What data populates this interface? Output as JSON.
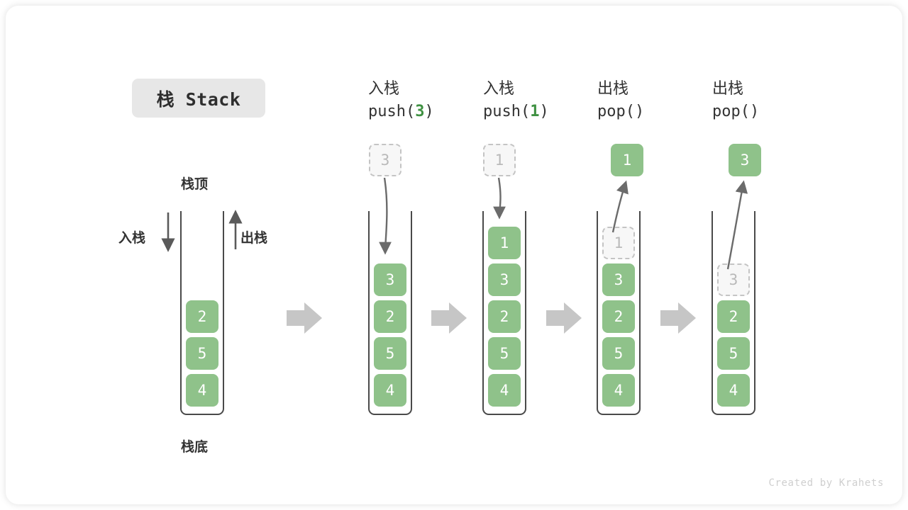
{
  "card": {
    "title_badge": "栈 Stack",
    "credit": "Created by Krahets"
  },
  "labels": {
    "top": "栈顶",
    "bottom": "栈底",
    "push_side": "入栈",
    "pop_side": "出栈"
  },
  "colors": {
    "element_fill": "#8fc28a",
    "element_text": "#ffffff",
    "ghost_fill": "#f7f7f7",
    "ghost_border": "#c4c4c4",
    "ghost_text": "#b9b9b9",
    "arrow": "#6b6b6b",
    "step_arrow": "#c6c6c6",
    "accent_green": "#3f9142",
    "container_stroke": "#4a4a4a",
    "badge_bg": "#e7e7e7"
  },
  "columns": [
    {
      "id": "initial",
      "head_line1": "",
      "head_line2": "",
      "head_arg": "",
      "cells": [
        {
          "value": "2",
          "state": "solid"
        },
        {
          "value": "5",
          "state": "solid"
        },
        {
          "value": "4",
          "state": "solid"
        }
      ],
      "floating": null
    },
    {
      "id": "push-3",
      "head_line1": "入栈",
      "head_line2_prefix": "push(",
      "head_arg": "3",
      "head_line2_suffix": ")",
      "cells": [
        {
          "value": "3",
          "state": "solid"
        },
        {
          "value": "2",
          "state": "solid"
        },
        {
          "value": "5",
          "state": "solid"
        },
        {
          "value": "4",
          "state": "solid"
        }
      ],
      "floating": {
        "value": "3",
        "state": "ghost"
      }
    },
    {
      "id": "push-1",
      "head_line1": "入栈",
      "head_line2_prefix": "push(",
      "head_arg": "1",
      "head_line2_suffix": ")",
      "cells": [
        {
          "value": "1",
          "state": "solid"
        },
        {
          "value": "3",
          "state": "solid"
        },
        {
          "value": "2",
          "state": "solid"
        },
        {
          "value": "5",
          "state": "solid"
        },
        {
          "value": "4",
          "state": "solid"
        }
      ],
      "floating": {
        "value": "1",
        "state": "ghost"
      }
    },
    {
      "id": "pop-1",
      "head_line1": "出栈",
      "head_line2_prefix": "pop(",
      "head_arg": "",
      "head_line2_suffix": ")",
      "cells": [
        {
          "value": "1",
          "state": "ghost"
        },
        {
          "value": "3",
          "state": "solid"
        },
        {
          "value": "2",
          "state": "solid"
        },
        {
          "value": "5",
          "state": "solid"
        },
        {
          "value": "4",
          "state": "solid"
        }
      ],
      "floating": {
        "value": "1",
        "state": "solid"
      }
    },
    {
      "id": "pop-3",
      "head_line1": "出栈",
      "head_line2_prefix": "pop(",
      "head_arg": "",
      "head_line2_suffix": ")",
      "cells": [
        {
          "value": "3",
          "state": "ghost"
        },
        {
          "value": "2",
          "state": "solid"
        },
        {
          "value": "5",
          "state": "solid"
        },
        {
          "value": "4",
          "state": "solid"
        }
      ],
      "floating": {
        "value": "3",
        "state": "solid"
      }
    }
  ]
}
